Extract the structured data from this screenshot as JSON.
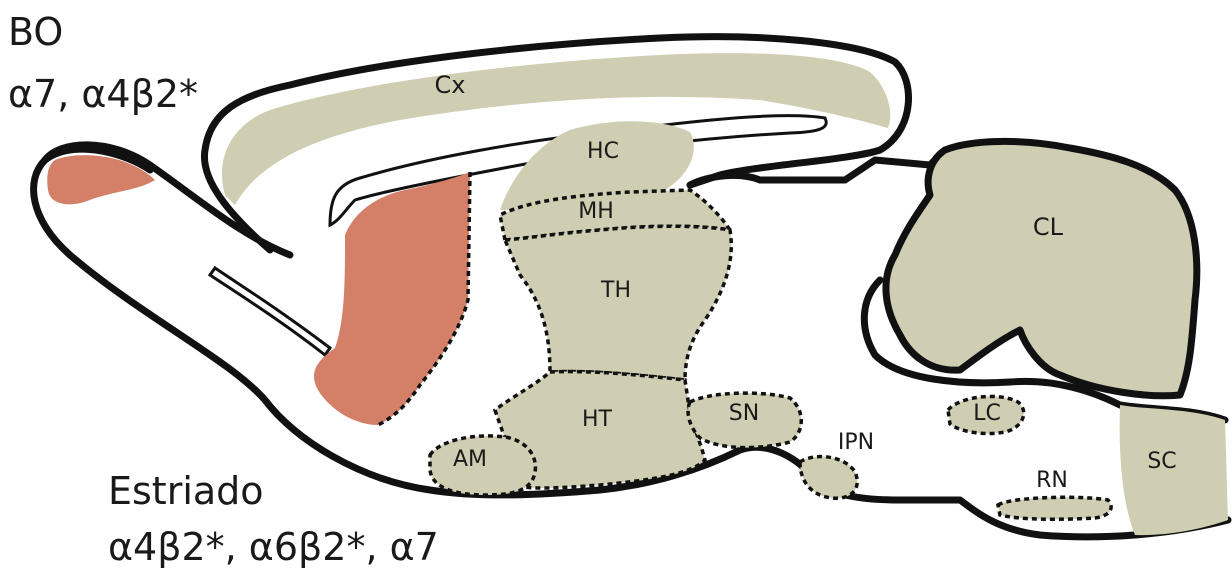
{
  "colors": {
    "region_fill": "#cfcdb2",
    "highlight_fill": "#d47f68",
    "outline": "#111111",
    "background": "#ffffff"
  },
  "captions": {
    "olfactory_title": "BO",
    "olfactory_receptors": "α7, α4β2*",
    "striatum_title": "Estriado",
    "striatum_receptors": "α4β2*, α6β2*, α7"
  },
  "regions": {
    "cortex": "Cx",
    "hippocampus": "HC",
    "medial_habenula": "MH",
    "thalamus": "TH",
    "hypothalamus": "HT",
    "amygdala": "AM",
    "substantia_nigra": "SN",
    "interpeduncular_nucleus": "IPN",
    "locus_coeruleus": "LC",
    "raphe_nuclei": "RN",
    "cerebellum": "CL",
    "spinal_cord": "SC"
  }
}
